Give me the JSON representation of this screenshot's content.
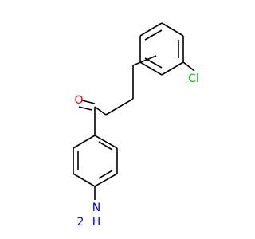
{
  "colors": {
    "background": "#ffffff",
    "bond": "#000000",
    "oxygen": "#ff0000",
    "nitrogen": "#0000ff",
    "chlorine": "#00cc00"
  },
  "atoms": {
    "oxygen": {
      "label": "O"
    },
    "chlorine": {
      "label": "Cl"
    },
    "amine": {
      "main": "N",
      "hydrogen": "H",
      "count": "2"
    }
  }
}
